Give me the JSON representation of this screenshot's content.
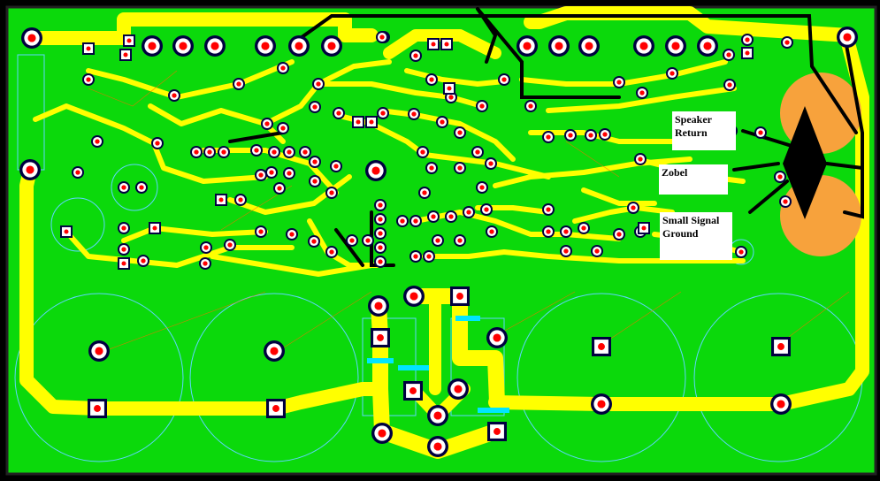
{
  "labels": {
    "speaker_return": "Speaker\nReturn",
    "zobel": "Zobel",
    "small_signal_ground": "Small Signal\nGround"
  },
  "colors": {
    "board": "#0bd90b",
    "trace": "#ffff00",
    "pad_ring": "#ffffff",
    "pad_dark": "#000040",
    "drill": "#ff0000",
    "orange_pad": "#f7a23c",
    "jumper": "#000000",
    "outline": "#5fd5ff"
  }
}
